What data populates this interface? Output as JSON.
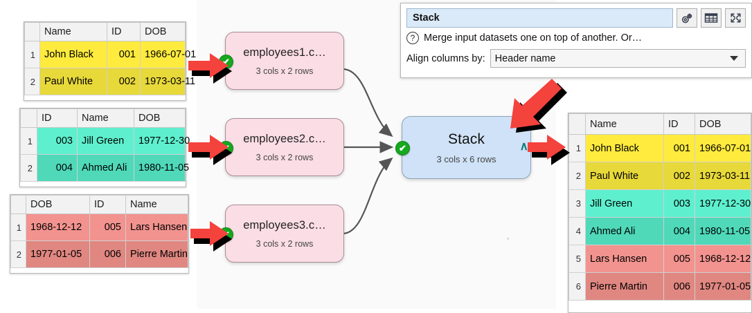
{
  "canvas": {
    "nodes": [
      {
        "id": "employees1",
        "title": "employees1.c…",
        "sub": "3 cols x 2 rows",
        "status": "ok",
        "type": "input"
      },
      {
        "id": "employees2",
        "title": "employees2.c…",
        "sub": "3 cols x 2 rows",
        "status": "ok",
        "type": "input"
      },
      {
        "id": "employees3",
        "title": "employees3.c…",
        "sub": "3 cols x 2 rows",
        "status": "ok",
        "type": "input"
      },
      {
        "id": "stack",
        "title": "Stack",
        "sub": "3 cols x 6 rows",
        "status": "ok",
        "type": "operation",
        "out_port_glyph": "∧"
      }
    ],
    "status_glyph": "✔"
  },
  "panel": {
    "name_value": "Stack",
    "description": "Merge input datasets one on top of another. Or…",
    "help_glyph": "?",
    "align_label": "Align columns by:",
    "align_value": "Header name",
    "buttons": [
      {
        "name": "settings-gears-icon",
        "label": ""
      },
      {
        "name": "table-grid-icon",
        "label": ""
      },
      {
        "name": "expand-icon",
        "label": ""
      }
    ]
  },
  "sheets": {
    "employees1": {
      "name": "employees1-sheet",
      "headers": [
        "Name",
        "ID",
        "DOB"
      ],
      "rows": [
        {
          "n": "1",
          "cells": [
            "John Black",
            "001",
            "1966-07-01"
          ],
          "fill": "y1"
        },
        {
          "n": "2",
          "cells": [
            "Paul White",
            "002",
            "1973-03-11"
          ],
          "fill": "y2"
        }
      ]
    },
    "employees2": {
      "name": "employees2-sheet",
      "headers": [
        "ID",
        "Name",
        "DOB"
      ],
      "rows": [
        {
          "n": "1",
          "cells": [
            "003",
            "Jill Green",
            "1977-12-30"
          ],
          "fill": "t1"
        },
        {
          "n": "2",
          "cells": [
            "004",
            "Ahmed Ali",
            "1980-11-05"
          ],
          "fill": "t2"
        }
      ]
    },
    "employees3": {
      "name": "employees3-sheet",
      "headers": [
        "DOB",
        "ID",
        "Name"
      ],
      "rows": [
        {
          "n": "1",
          "cells": [
            "1968-12-12",
            "005",
            "Lars Hansen"
          ],
          "fill": "r1"
        },
        {
          "n": "2",
          "cells": [
            "1977-01-05",
            "006",
            "Pierre Martin"
          ],
          "fill": "r2"
        }
      ]
    },
    "output": {
      "name": "stack-output-sheet",
      "headers": [
        "Name",
        "ID",
        "DOB"
      ],
      "rows": [
        {
          "n": "1",
          "cells": [
            "John Black",
            "001",
            "1966-07-01"
          ],
          "fill": "y1"
        },
        {
          "n": "2",
          "cells": [
            "Paul White",
            "002",
            "1973-03-11"
          ],
          "fill": "y2"
        },
        {
          "n": "3",
          "cells": [
            "Jill Green",
            "003",
            "1977-12-30"
          ],
          "fill": "t1"
        },
        {
          "n": "4",
          "cells": [
            "Ahmed Ali",
            "004",
            "1980-11-05"
          ],
          "fill": "t2"
        },
        {
          "n": "5",
          "cells": [
            "Lars Hansen",
            "005",
            "1968-12-12"
          ],
          "fill": "r1"
        },
        {
          "n": "6",
          "cells": [
            "Pierre Martin",
            "006",
            "1977-01-05"
          ],
          "fill": "r2"
        }
      ]
    }
  },
  "colors": {
    "annotation_arrow": "#f4423c",
    "annotation_shadow": "#000000",
    "input_node": "#fbdde6",
    "operation_node": "#cfe2f7",
    "status_ok": "#16a81f",
    "yellow_row": "#ffeb3d",
    "teal_row": "#5ef0ce",
    "red_row": "#f2938f",
    "name_field": "#dbeaf8"
  }
}
